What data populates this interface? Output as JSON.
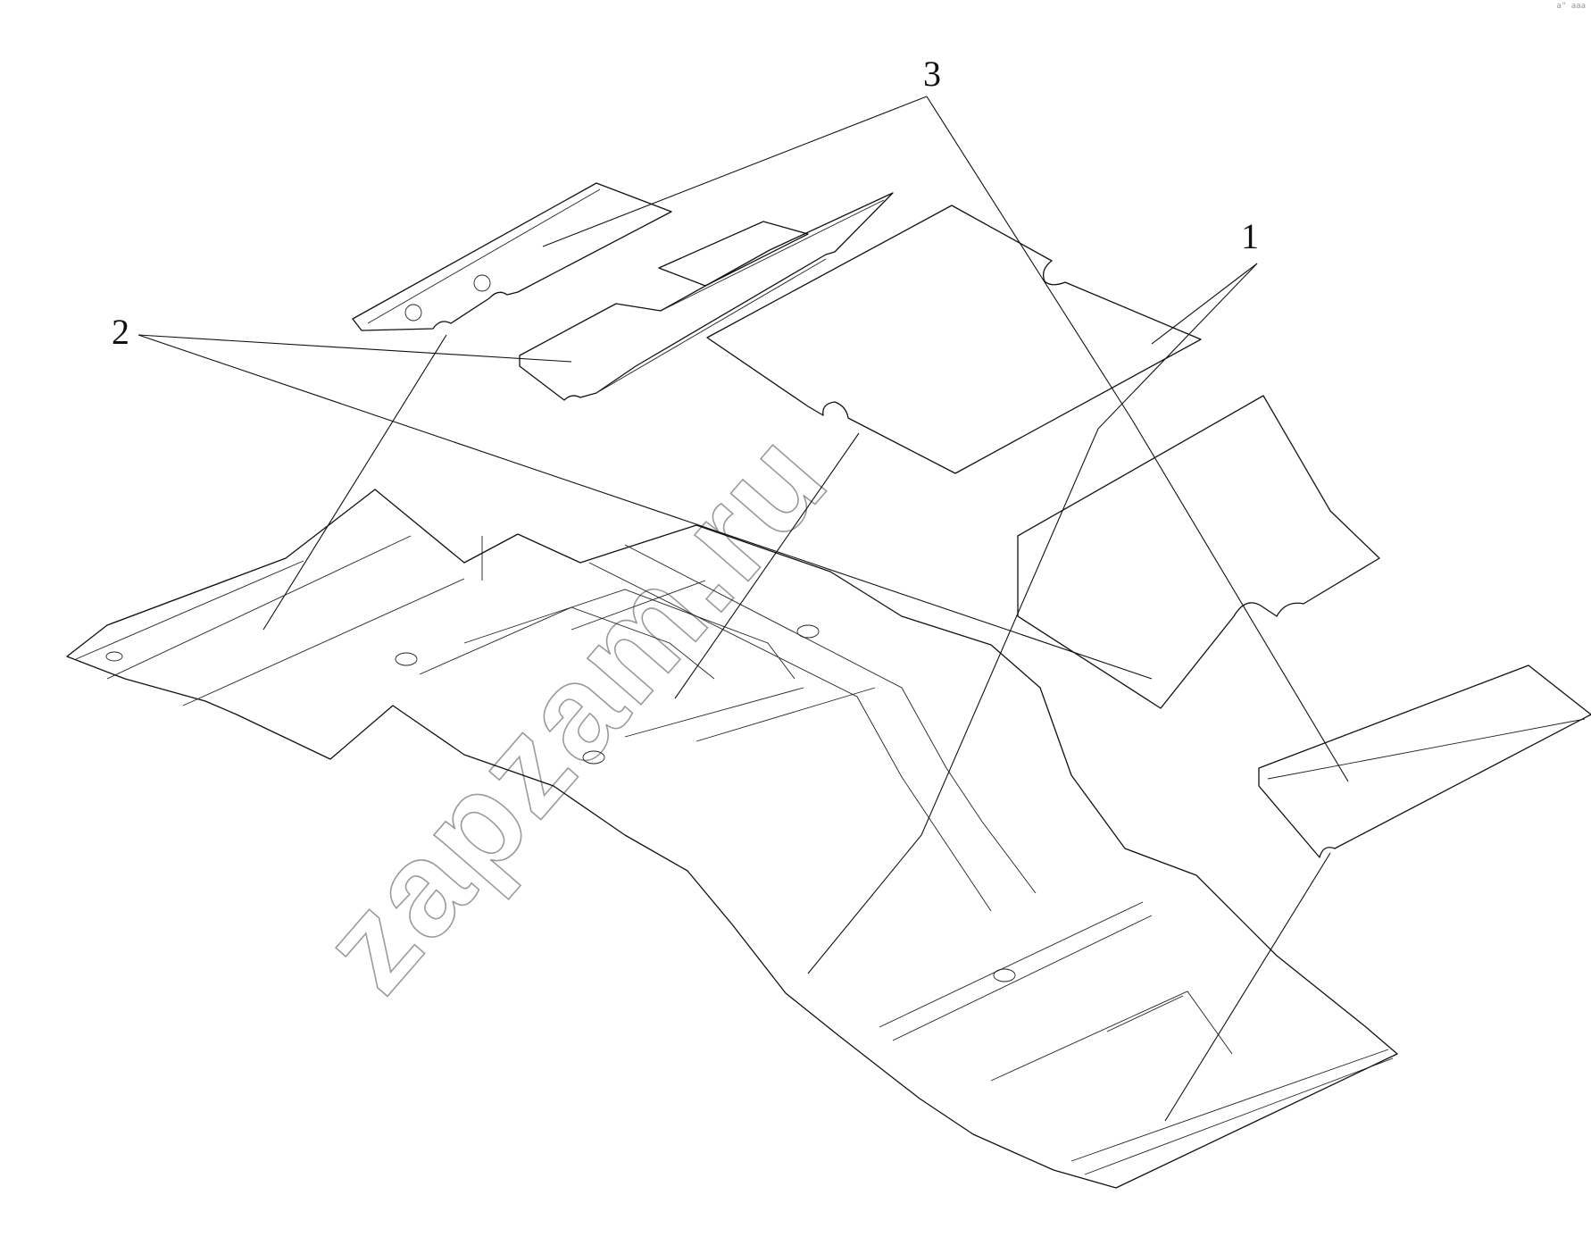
{
  "callouts": {
    "label_1": "1",
    "label_2": "2",
    "label_3": "3"
  },
  "watermark": "zapzam.ru",
  "corner_mark": "a\" aaa"
}
